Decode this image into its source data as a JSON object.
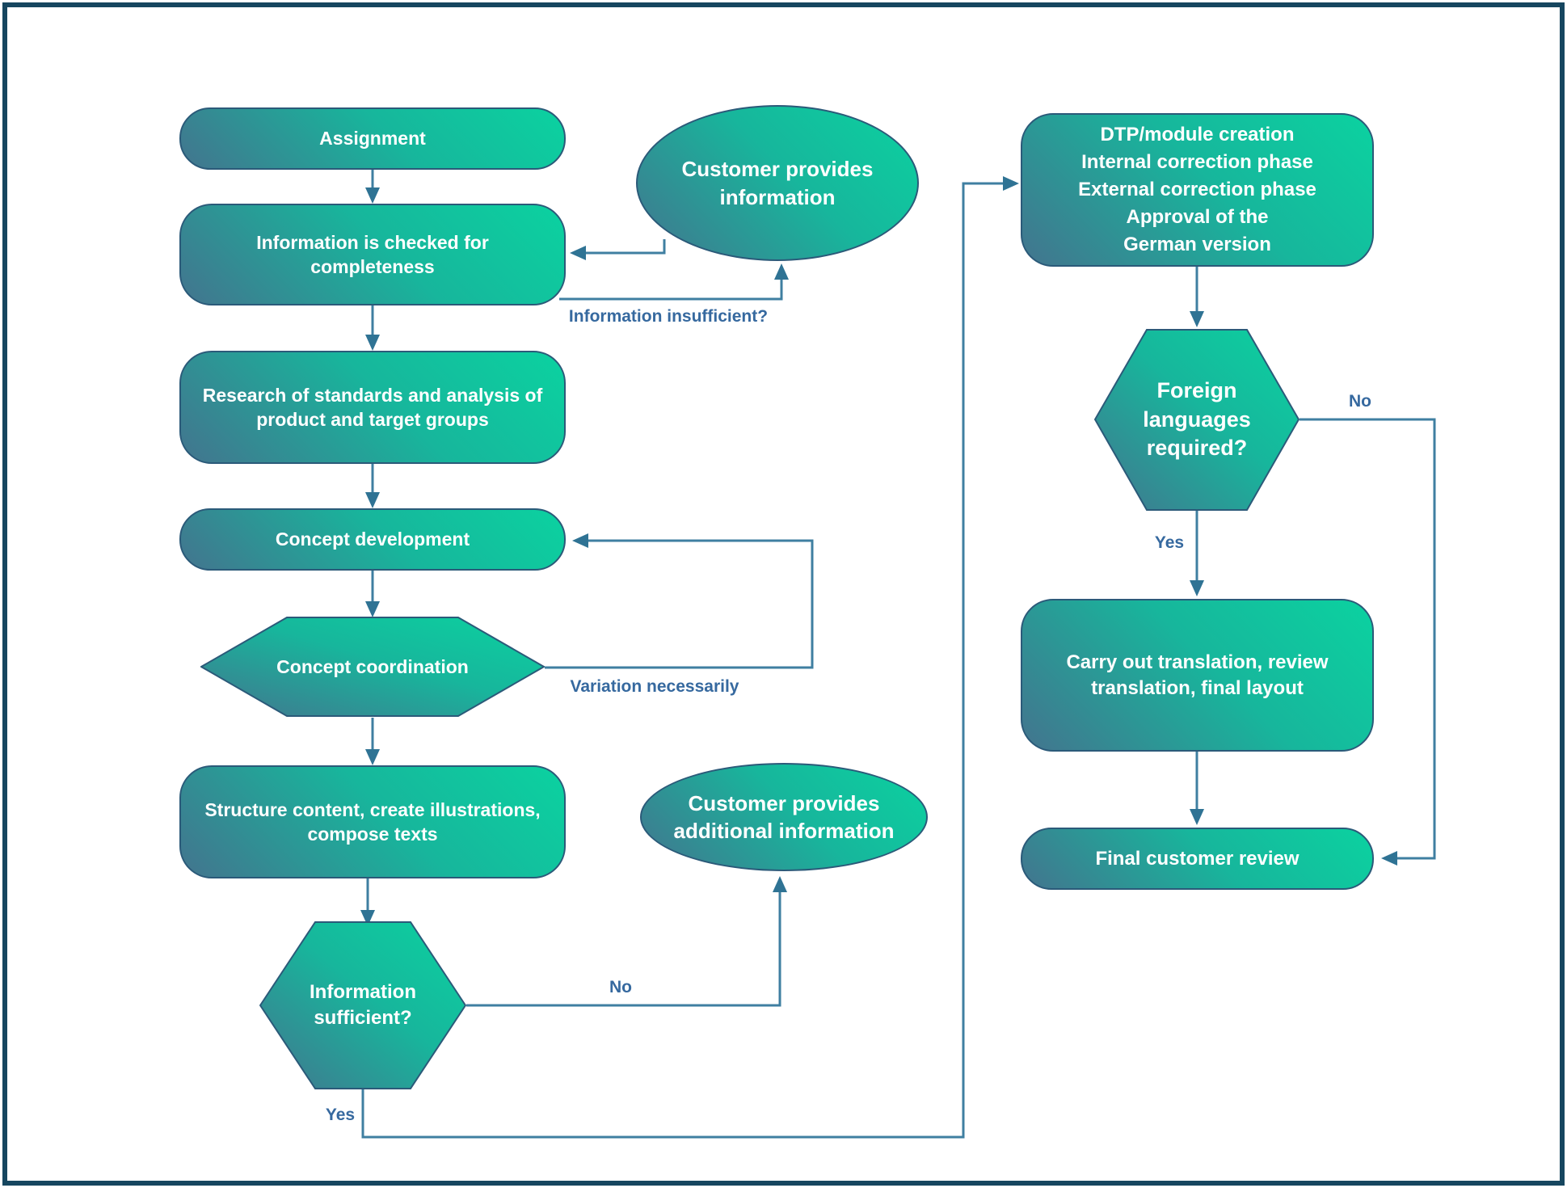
{
  "diagram": {
    "nodes": {
      "assignment": {
        "label": "Assignment"
      },
      "info_checked": {
        "label": "Information is checked for completeness"
      },
      "research": {
        "label": "Research of standards and analysis of product and target groups"
      },
      "concept_dev": {
        "label": "Concept development"
      },
      "concept_coord": {
        "label": "Concept coordination"
      },
      "structure": {
        "label": "Structure content, create illustrations, compose texts"
      },
      "info_sufficient": {
        "label": "Information sufficient?"
      },
      "customer_info": {
        "label": "Customer provides information"
      },
      "customer_additional": {
        "label": "Customer provides additional information"
      },
      "dtp": {
        "label": "DTP/module creation\nInternal correction phase\nExternal correction phase\nApproval of the\nGerman version"
      },
      "foreign_lang": {
        "label": "Foreign languages required?"
      },
      "carry_translation": {
        "label": "Carry out translation, review translation, final layout"
      },
      "final_review": {
        "label": "Final customer review"
      }
    },
    "edge_labels": {
      "information_insufficient": "Information insufficient?",
      "variation_necessarily": "Variation necessarily",
      "no_info_sufficient": "No",
      "yes_info_sufficient": "Yes",
      "no_foreign_lang": "No",
      "yes_foreign_lang": "Yes"
    },
    "colors": {
      "shape_gradient_start": "#43748e",
      "shape_gradient_mid": "#17b69c",
      "shape_gradient_end": "#0bd2a0",
      "shape_border": "#2b5a79",
      "connector": "#3f7fa1",
      "arrowhead": "#2f7394",
      "label_text": "#36699f",
      "node_text": "#ffffff",
      "frame_border": "#16465f",
      "background": "#ffffff"
    }
  }
}
